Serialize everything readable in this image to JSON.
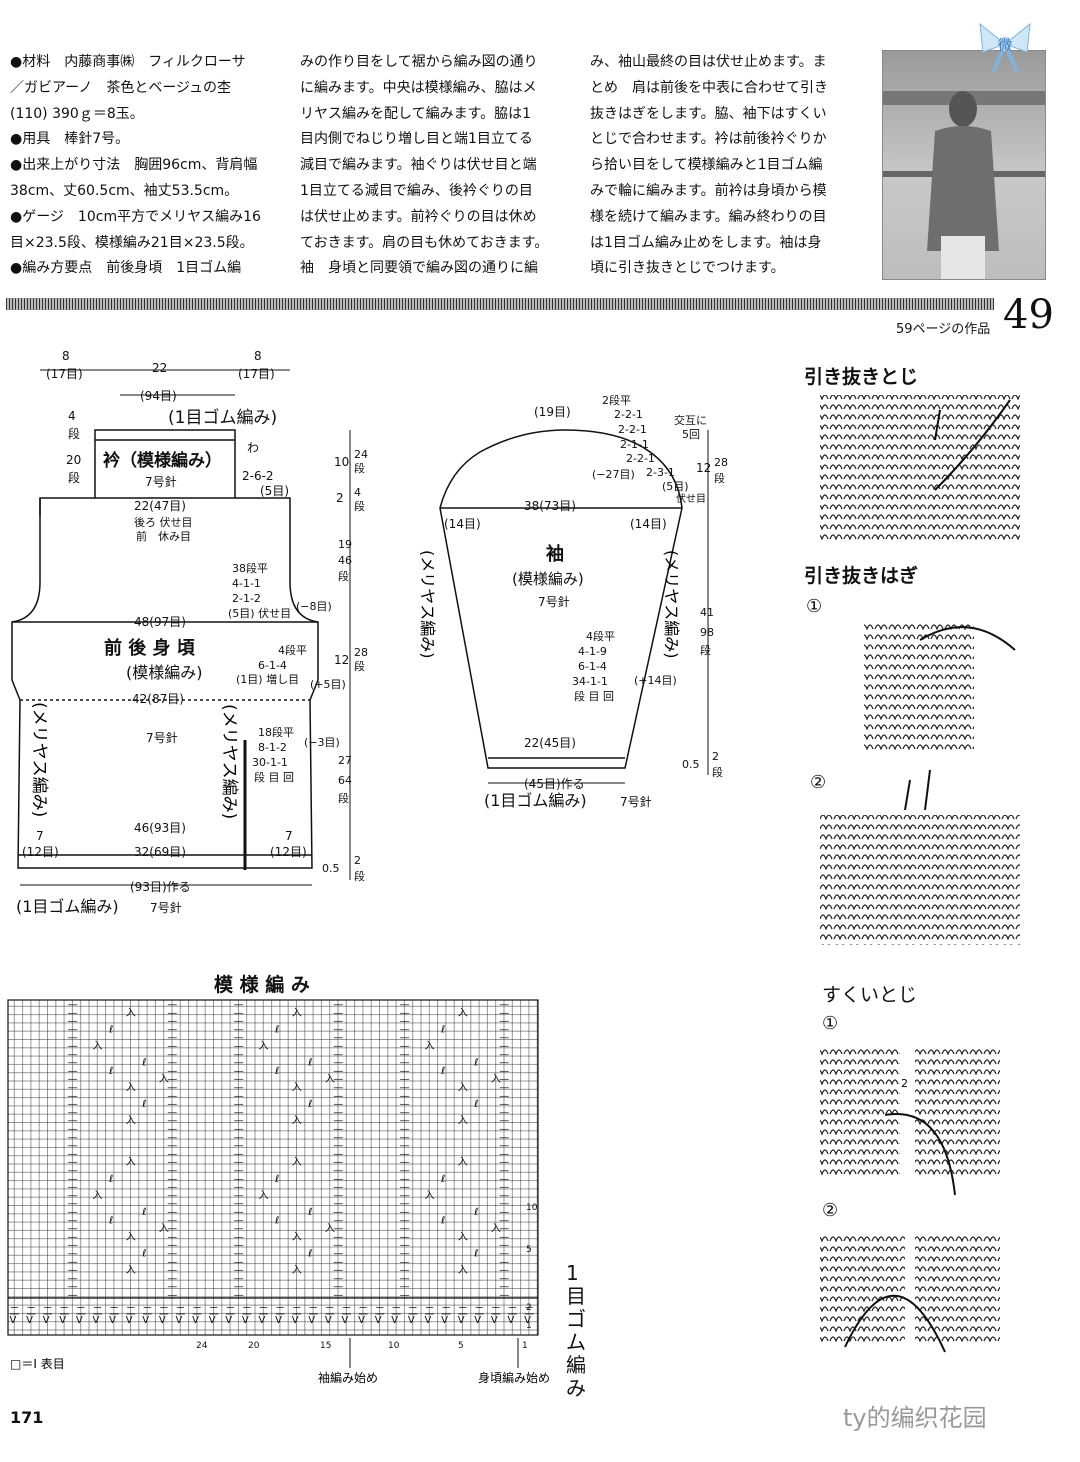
{
  "text_columns": [
    [
      "●材料　内藤商事㈱　フィルクローサ",
      "／ガビアーノ　茶色とベージュの杢",
      "(110) 390ｇ＝8玉。",
      "●用具　棒針7号。",
      "●出来上がり寸法　胸囲96cm、背肩幅",
      "38cm、丈60.5cm、袖丈53.5cm。",
      "●ゲージ　10cm平方でメリヤス編み16",
      "目×23.5段、模様編み21目×23.5段。",
      "●編み方要点　前後身頃　1目ゴム編"
    ],
    [
      "みの作り目をして裾から編み図の通り",
      "に編みます。中央は模様編み、脇はメ",
      "リヤス編みを配して編みます。脇は1",
      "目内側でねじり増し目と端1目立てる",
      "減目で編みます。袖ぐりは伏せ目と端",
      "1目立てる減目で編み、後衿ぐりの目",
      "は伏せ止めます。前衿ぐりの目は休め",
      "ておきます。肩の目も休めておきます。",
      "袖　身頃と同要領で編み図の通りに編"
    ],
    [
      "み、袖山最終の目は伏せ止めます。ま",
      "とめ　肩は前後を中表に合わせて引き",
      "抜きはぎをします。脇、袖下はすくい",
      "とじで合わせます。衿は前後衿ぐりか",
      "ら拾い目をして模様編みと1目ゴム編",
      "みで輪に編みます。前衿は身頃から模",
      "様を続けて編みます。編み終わりの目",
      "は1目ゴム編み止めをします。袖は身",
      "頃に引き抜きとじでつけます。"
    ]
  ],
  "page": {
    "number": "49",
    "ref": "59ページの作品",
    "footer": "171",
    "brand": "ty的编织花园",
    "badge": "微"
  },
  "body": {
    "dim_top_l": "8",
    "dim_top_l2": "(17目)",
    "dim_top_c": "22",
    "dim_top_r": "8",
    "dim_top_r2": "(17目)",
    "collar_sts": "(94目)",
    "rib_top": "(1目ゴム編み)",
    "collar_rows_a": "4",
    "collar_rows_b": "段",
    "collar_rows_c": "20",
    "collar_rows_d": "段",
    "collar_label": "衿（模様編み）",
    "collar_needle": "7号針",
    "wa": "わ",
    "neck_dec": "2-6-2",
    "neck_dec2": "(5目)",
    "neck_width": "22(47目)",
    "neck_back": "後ろ 伏せ目",
    "neck_front": "前　休み目",
    "arm_a": "38段平",
    "arm_b": "4-1-1",
    "arm_c": "2-1-2",
    "arm_d": "(5目) 伏せ目",
    "arm_e": "(−8目)",
    "chest": "48(97目)",
    "title1": "前 後 身 頃",
    "title2": "(模様編み)",
    "inc_a": "4段平",
    "inc_b": "6-1-4",
    "inc_c": "(1目) 増し目",
    "inc_d": "(+5目)",
    "waist": "42(87目)",
    "needle": "7号針",
    "meri_l": "(メリヤス編み)",
    "meri_r": "(メリヤス編み)",
    "dec_a": "18段平",
    "dec_b": "8-1-2",
    "dec_c": "30-1-1",
    "dec_d": "段 目 回",
    "dec_e": "(−3目)",
    "hip": "46(93目)",
    "hem": "32(69目)",
    "corner_l": "(12目)",
    "corner_r": "(12目)",
    "seven_l": "7",
    "seven_r": "7",
    "cast_on": "(93目)作る",
    "rib_bottom": "(1目ゴム編み)",
    "rib_needle": "7号針",
    "h1": "10",
    "h1b": "24",
    "h1c": "段",
    "h2": "2",
    "h2b": "4",
    "h2c": "段",
    "h3": "19",
    "h3b": "46",
    "h3c": "段",
    "h4": "12",
    "h4b": "28",
    "h4c": "段",
    "h5": "27",
    "h5b": "64",
    "h5c": "段",
    "h6": "0.5",
    "h6b": "2",
    "h6c": "段"
  },
  "sleeve": {
    "top_sts": "(19目)",
    "cap_a": "2段平",
    "cap_b": "2-2-1",
    "cap_c": "2-2-1",
    "cap_d": "2-1-1",
    "cap_e": "2-2-1",
    "cap_f": "2-3-1",
    "cap_g": "(5目)",
    "cap_h": "伏せ目",
    "alt": "交互に",
    "alt2": "5回",
    "cap_minus": "(−27目)",
    "width": "38(73目)",
    "side_l": "(14目)",
    "side_r": "(14目)",
    "title": "袖",
    "title2": "(模様編み)",
    "needle": "7号針",
    "meri_l": "(メリヤス編み)",
    "meri_r": "(メリヤス編み)",
    "inc_a": "4段平",
    "inc_b": "4-1-9",
    "inc_c": "6-1-4",
    "inc_d": "34-1-1",
    "inc_e": "段 目 回",
    "inc_f": "(+14目)",
    "cuff": "22(45目)",
    "cast_on": "(45目)作る",
    "rib": "(1目ゴム編み)",
    "rib_needle": "7号針",
    "h1": "12",
    "h1b": "28",
    "h1c": "段",
    "h2": "41",
    "h2b": "98",
    "h2c": "段",
    "h3": "0.5",
    "h3b": "2",
    "h3c": "段"
  },
  "illustrations": {
    "title_a": "引き抜きとじ",
    "title_b": "引き抜きはぎ",
    "title_c": "すくいとじ",
    "step1": "①",
    "step2": "②",
    "step3": "①",
    "step4": "②",
    "step_num": "2"
  },
  "chart": {
    "title": "模 様 編 み",
    "legend": "□＝Ⅰ 表目",
    "rib_label": "1目ゴム編み",
    "start_sleeve": "袖編み始め",
    "start_body": "身頃編み始め",
    "row_marks": [
      "10",
      "5",
      "2",
      "1"
    ],
    "col_marks": [
      "24",
      "20",
      "15",
      "10",
      "5",
      "1"
    ]
  }
}
